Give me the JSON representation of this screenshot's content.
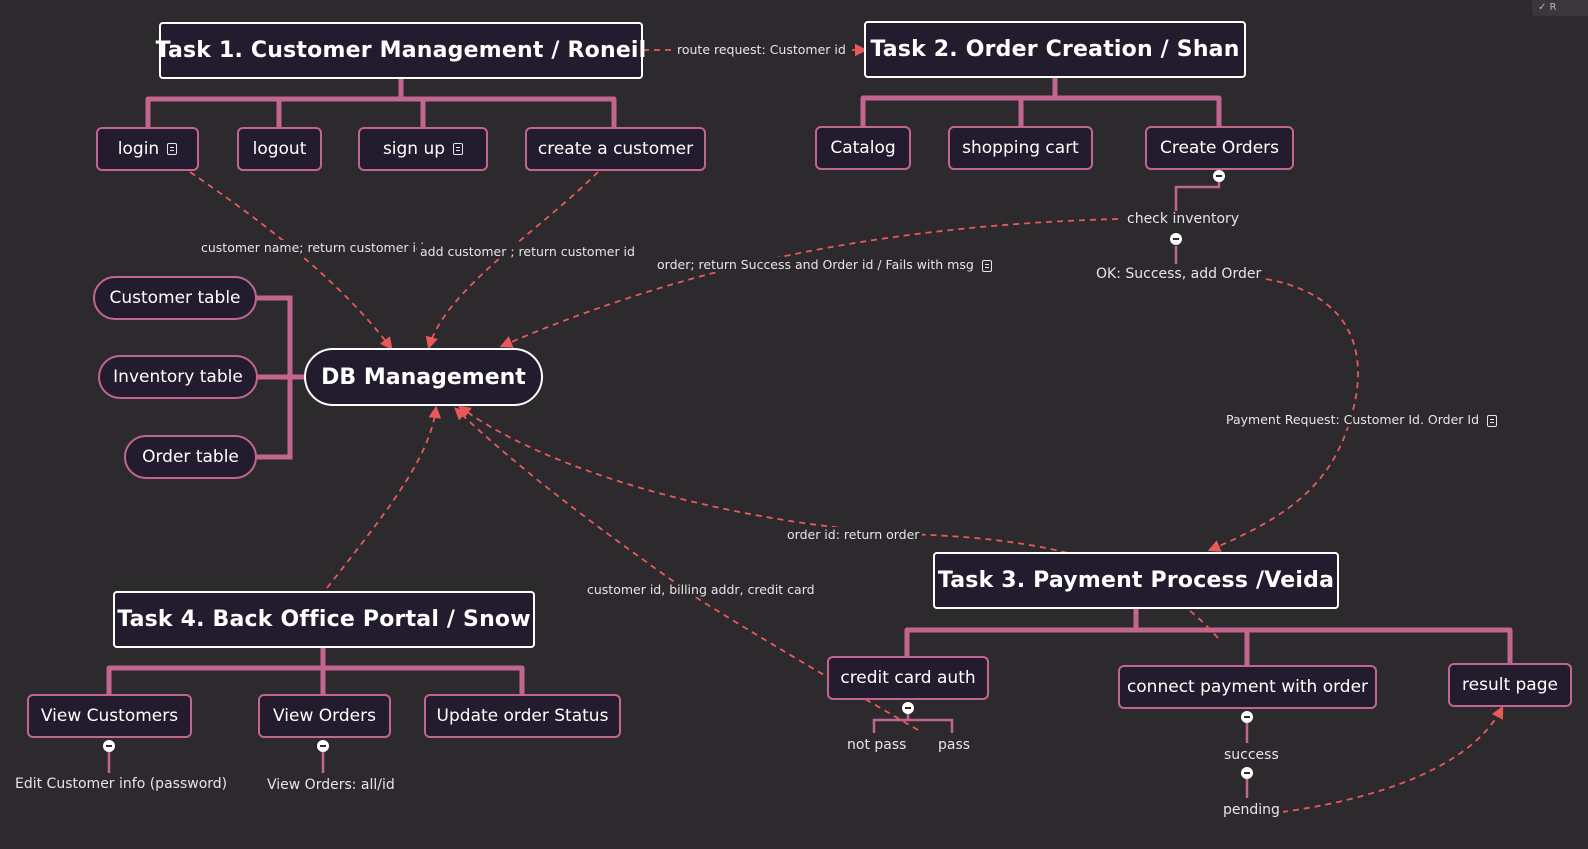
{
  "tasks": {
    "task1": "Task 1. Customer Management / Roneil",
    "task2": "Task 2. Order Creation / Shan",
    "task3": "Task 3. Payment Process /Veida",
    "task4": "Task 4. Back Office Portal / Snow"
  },
  "center": "DB Management",
  "task1_children": [
    "login",
    "logout",
    "sign up",
    "create a customer"
  ],
  "task2_children": [
    "Catalog",
    "shopping cart",
    "Create Orders"
  ],
  "task3_children": [
    "credit card auth",
    "connect payment with order",
    "result page"
  ],
  "task4_children": [
    "View Customers",
    "View Orders",
    "Update order Status"
  ],
  "db_tables": [
    "Customer table",
    "Inventory table",
    "Order table"
  ],
  "sub_labels": {
    "check_inventory": "check inventory",
    "ok_success": "OK: Success, add  Order",
    "not_pass": "not pass",
    "pass": "pass",
    "success": "success",
    "pending": "pending",
    "edit_customer": "Edit Customer info (password)",
    "view_orders_all": "View Orders: all/id"
  },
  "relations": {
    "route_request": "route request: Customer id",
    "customer_name": "customer name; return customer id",
    "add_customer": "add customer ; return customer id",
    "order_return": "order; return Success and Order id / Fails with msg",
    "payment_request": "Payment Request: Customer Id. Order Id",
    "order_id_return": "order id:  return order",
    "customer_billing": "customer id, billing addr, credit card"
  },
  "colors": {
    "background": "#2d2a2e",
    "node_fill": "#221c2e",
    "branch": "#c2668f",
    "relation": "#e85a5a"
  },
  "icons": [
    "note-icon",
    "collapse-icon"
  ]
}
